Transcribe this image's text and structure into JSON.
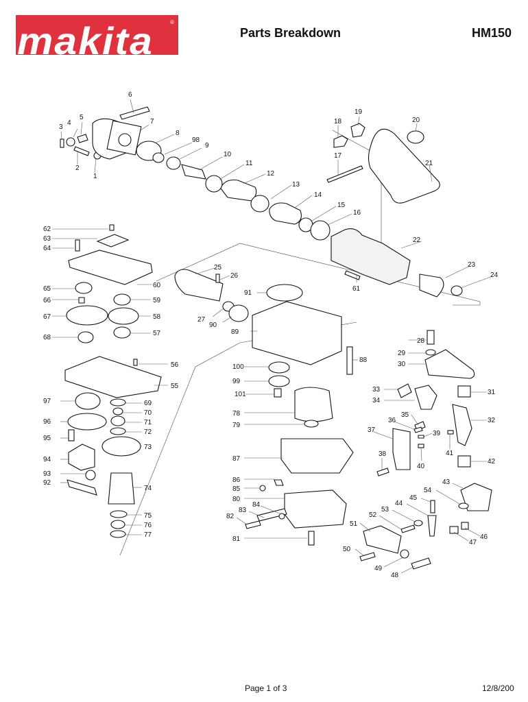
{
  "header": {
    "brand": "makita",
    "brand_color": "#e0323e",
    "title": "Parts Breakdown",
    "model": "HM150"
  },
  "footer": {
    "page": "Page 1 of 3",
    "date": "12/8/200"
  },
  "diagram": {
    "callouts": [
      "1",
      "2",
      "3",
      "4",
      "5",
      "6",
      "7",
      "8",
      "98",
      "9",
      "10",
      "11",
      "12",
      "13",
      "14",
      "15",
      "16",
      "17",
      "18",
      "19",
      "20",
      "21",
      "22",
      "23",
      "24",
      "25",
      "26",
      "27",
      "28",
      "29",
      "30",
      "31",
      "32",
      "33",
      "34",
      "35",
      "36",
      "37",
      "38",
      "39",
      "40",
      "41",
      "42",
      "43",
      "44",
      "45",
      "46",
      "47",
      "48",
      "49",
      "50",
      "51",
      "52",
      "53",
      "54",
      "55",
      "56",
      "57",
      "58",
      "59",
      "60",
      "61",
      "62",
      "63",
      "64",
      "65",
      "66",
      "67",
      "68",
      "69",
      "70",
      "71",
      "72",
      "73",
      "74",
      "75",
      "76",
      "77",
      "78",
      "79",
      "80",
      "81",
      "82",
      "83",
      "84",
      "85",
      "86",
      "87",
      "88",
      "89",
      "90",
      "91",
      "92",
      "93",
      "94",
      "95",
      "96",
      "97",
      "99",
      "100",
      "101"
    ]
  }
}
